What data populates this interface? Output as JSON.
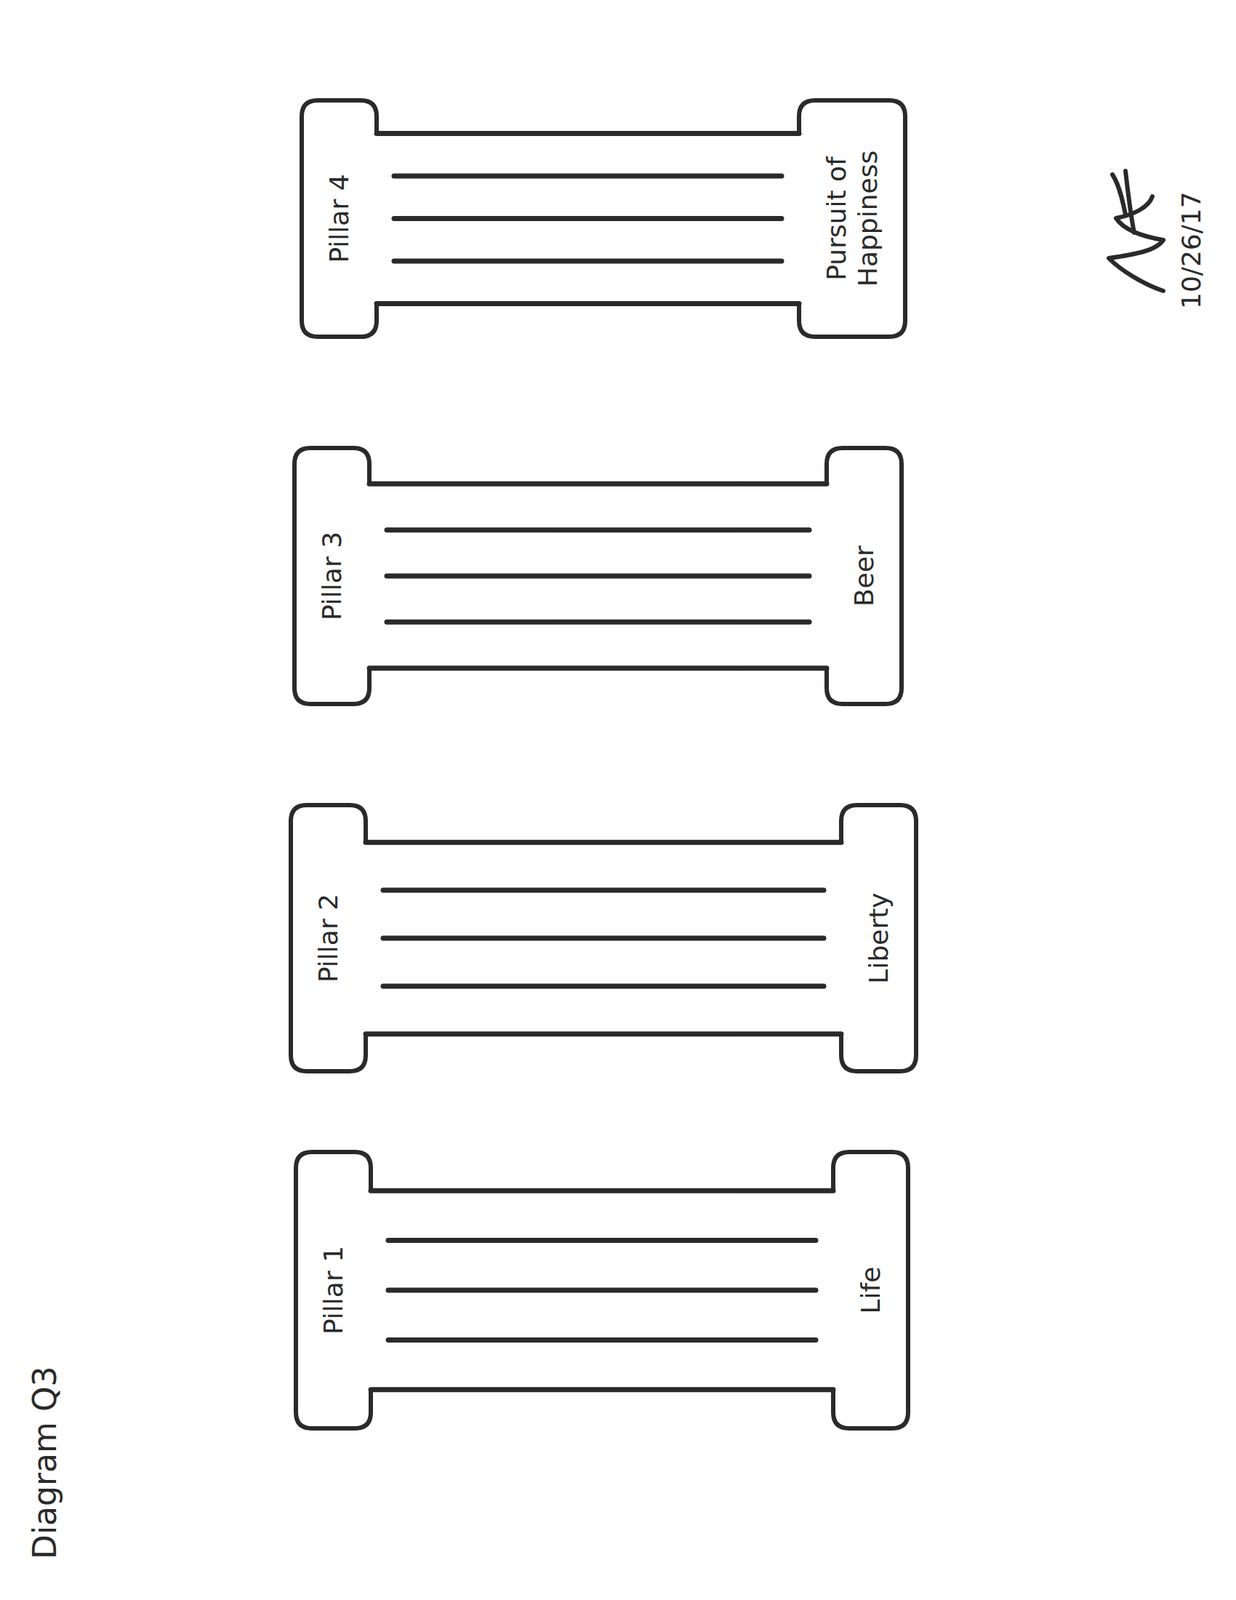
{
  "diagram": {
    "title": "Diagram Q3",
    "nodes": [
      {
        "text": [
          "Pillar 1",
          "Life"
        ]
      },
      {
        "text": [
          "Pillar 2",
          "Liberty"
        ]
      },
      {
        "text": [
          "Pillar 3",
          "Beer"
        ]
      },
      {
        "text": [
          "Pillar 4",
          "Pursuit of Happiness"
        ]
      }
    ],
    "labels": [
      "10/26/17"
    ]
  }
}
